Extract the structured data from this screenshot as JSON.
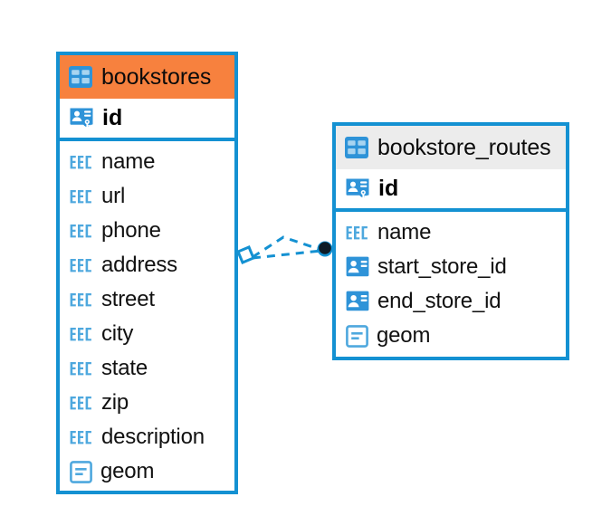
{
  "diagram": {
    "type": "entity-relationship-diagram",
    "background": "#FFFFFF",
    "colors": {
      "border": "#1491D2",
      "accent_blue": "#1491D2",
      "header_highlight": "#F7813E",
      "header_default": "#ECECEC",
      "text": "#111111",
      "connector": "#1491D2",
      "endpoint_fill": "#0D1B26"
    }
  },
  "entities": [
    {
      "id": "bookstores",
      "name": "bookstores",
      "header_style": "orange",
      "header_icon": "table-icon",
      "primary_key": {
        "name": "id",
        "icon": "primary-key-icon"
      },
      "fields": [
        {
          "name": "name",
          "icon": "abc-icon"
        },
        {
          "name": "url",
          "icon": "abc-icon"
        },
        {
          "name": "phone",
          "icon": "abc-icon"
        },
        {
          "name": "address",
          "icon": "abc-icon"
        },
        {
          "name": "street",
          "icon": "abc-icon"
        },
        {
          "name": "city",
          "icon": "abc-icon"
        },
        {
          "name": "state",
          "icon": "abc-icon"
        },
        {
          "name": "zip",
          "icon": "abc-icon"
        },
        {
          "name": "description",
          "icon": "abc-icon"
        },
        {
          "name": "geom",
          "icon": "geometry-icon"
        }
      ]
    },
    {
      "id": "bookstore_routes",
      "name": "bookstore_routes",
      "header_style": "grey",
      "header_icon": "table-icon",
      "primary_key": {
        "name": "id",
        "icon": "primary-key-icon"
      },
      "fields": [
        {
          "name": "name",
          "icon": "abc-icon"
        },
        {
          "name": "start_store_id",
          "icon": "foreign-key-icon"
        },
        {
          "name": "end_store_id",
          "icon": "foreign-key-icon"
        },
        {
          "name": "geom",
          "icon": "geometry-icon"
        }
      ]
    }
  ],
  "relationships": [
    {
      "from": "bookstores.id",
      "to": "bookstore_routes.start_store_id",
      "line_style": "dashed",
      "source_marker": "diamond-open",
      "target_marker": "circle-filled"
    },
    {
      "from": "bookstores.id",
      "to": "bookstore_routes.end_store_id",
      "line_style": "dashed",
      "source_marker": "diamond-open",
      "target_marker": "circle-filled"
    }
  ]
}
